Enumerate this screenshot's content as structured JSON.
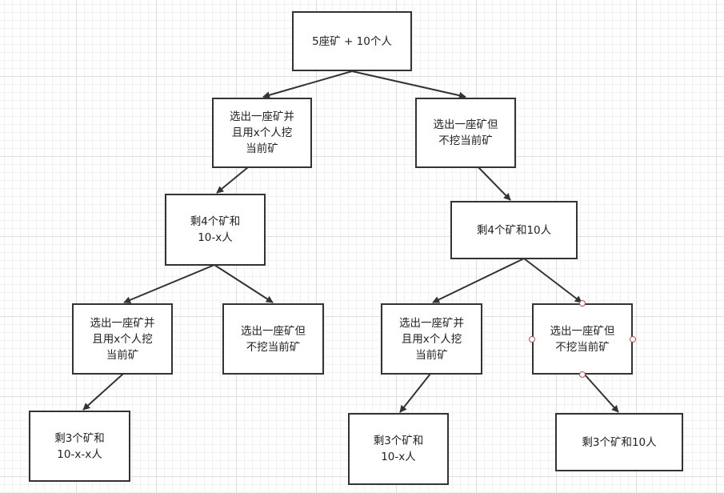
{
  "nodes": {
    "root": "5座矿 + 10个人",
    "l1_left": "选出一座矿并\n且用x个人挖\n当前矿",
    "l1_right": "选出一座矿但\n不挖当前矿",
    "l2_left": "剩4个矿和\n10-x人",
    "l2_right": "剩4个矿和10人",
    "l3_ll": "选出一座矿并\n且用x个人挖\n当前矿",
    "l3_lr": "选出一座矿但\n不挖当前矿",
    "l3_rl": "选出一座矿并\n且用x个人挖\n当前矿",
    "l3_rr": "选出一座矿但\n不挖当前矿",
    "l4_ll": "剩3个矿和\n10-x-x人",
    "l4_rl": "剩3个矿和\n10-x人",
    "l4_rr": "剩3个矿和10人"
  },
  "colors": {
    "border": "#333333",
    "edge": "#333333",
    "handle": "#c0504d"
  }
}
